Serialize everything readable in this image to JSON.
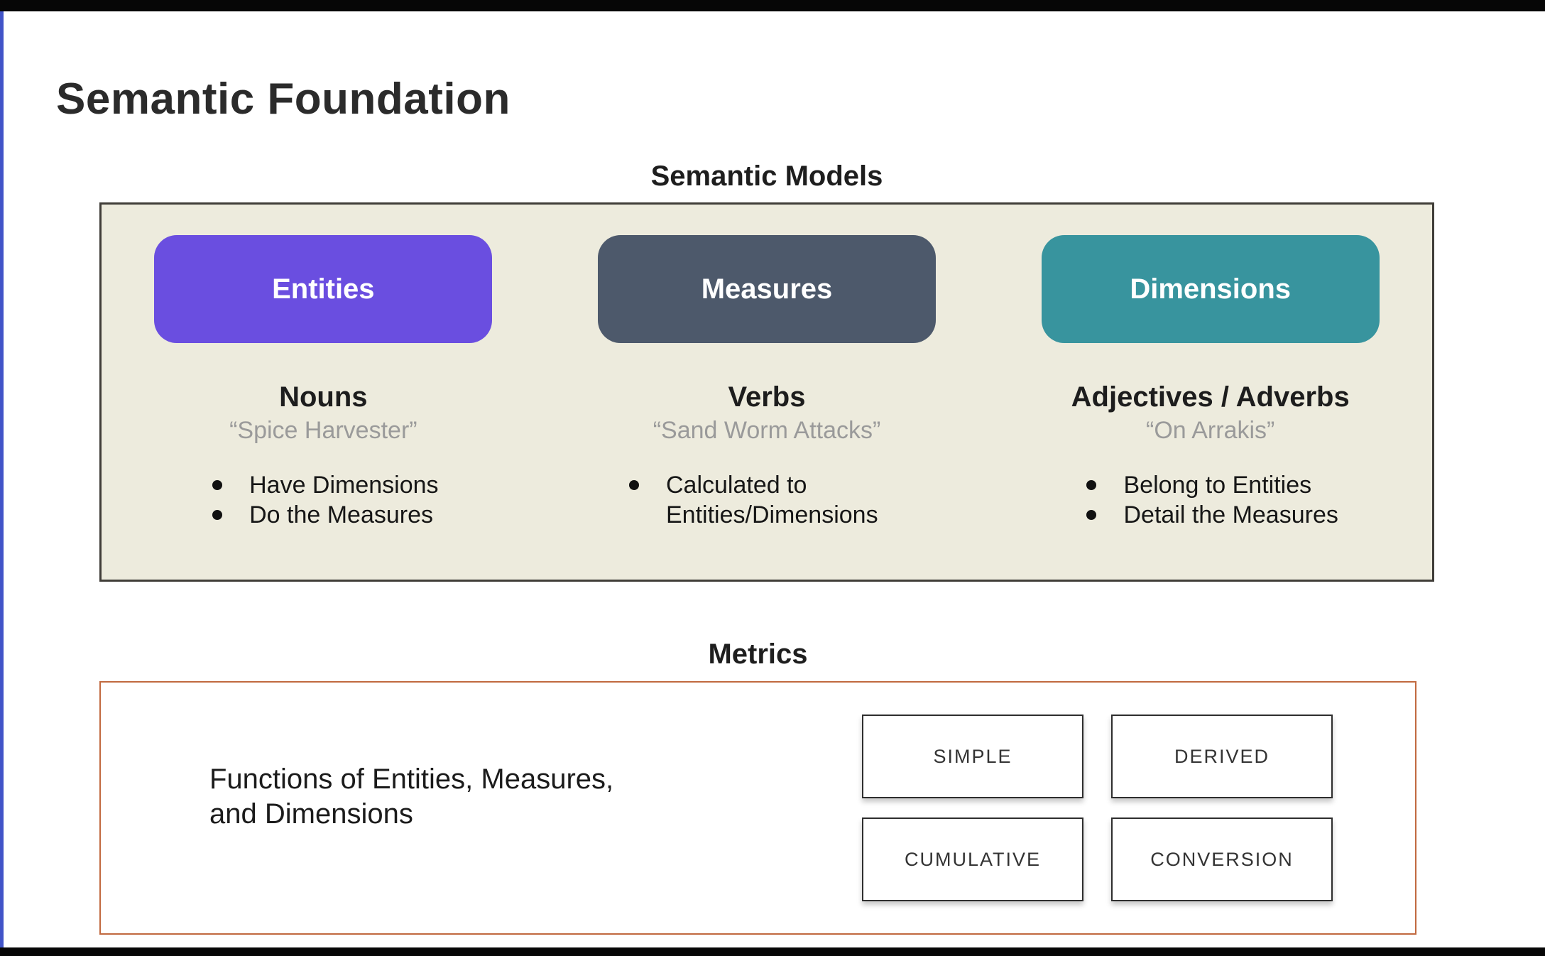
{
  "slide": {
    "title": "Semantic Foundation",
    "semantic_models": {
      "heading": "Semantic Models",
      "columns": [
        {
          "badge": "Entities",
          "role": "Nouns",
          "example": "“Spice Harvester”",
          "bullets": [
            "Have Dimensions",
            "Do the Measures"
          ]
        },
        {
          "badge": "Measures",
          "role": "Verbs",
          "example": "“Sand Worm Attacks”",
          "bullets": [
            "Calculated to Entities/Dimensions"
          ]
        },
        {
          "badge": "Dimensions",
          "role": "Adjectives / Adverbs",
          "example": "“On Arrakis”",
          "bullets": [
            "Belong to Entities",
            "Detail the Measures"
          ]
        }
      ]
    },
    "metrics": {
      "heading": "Metrics",
      "description_lines": [
        "Functions of Entities, Measures,",
        "and Dimensions"
      ],
      "types": [
        "SIMPLE",
        "DERIVED",
        "CUMULATIVE",
        "CONVERSION"
      ]
    },
    "colors": {
      "entities_badge": "#6a4ee0",
      "measures_badge": "#4d596b",
      "dimensions_badge": "#38949e",
      "panel_background": "#edebdd",
      "panel_border": "#403d38",
      "metrics_border": "#c1693f",
      "frame_left_stripe": "#4154c8"
    }
  }
}
